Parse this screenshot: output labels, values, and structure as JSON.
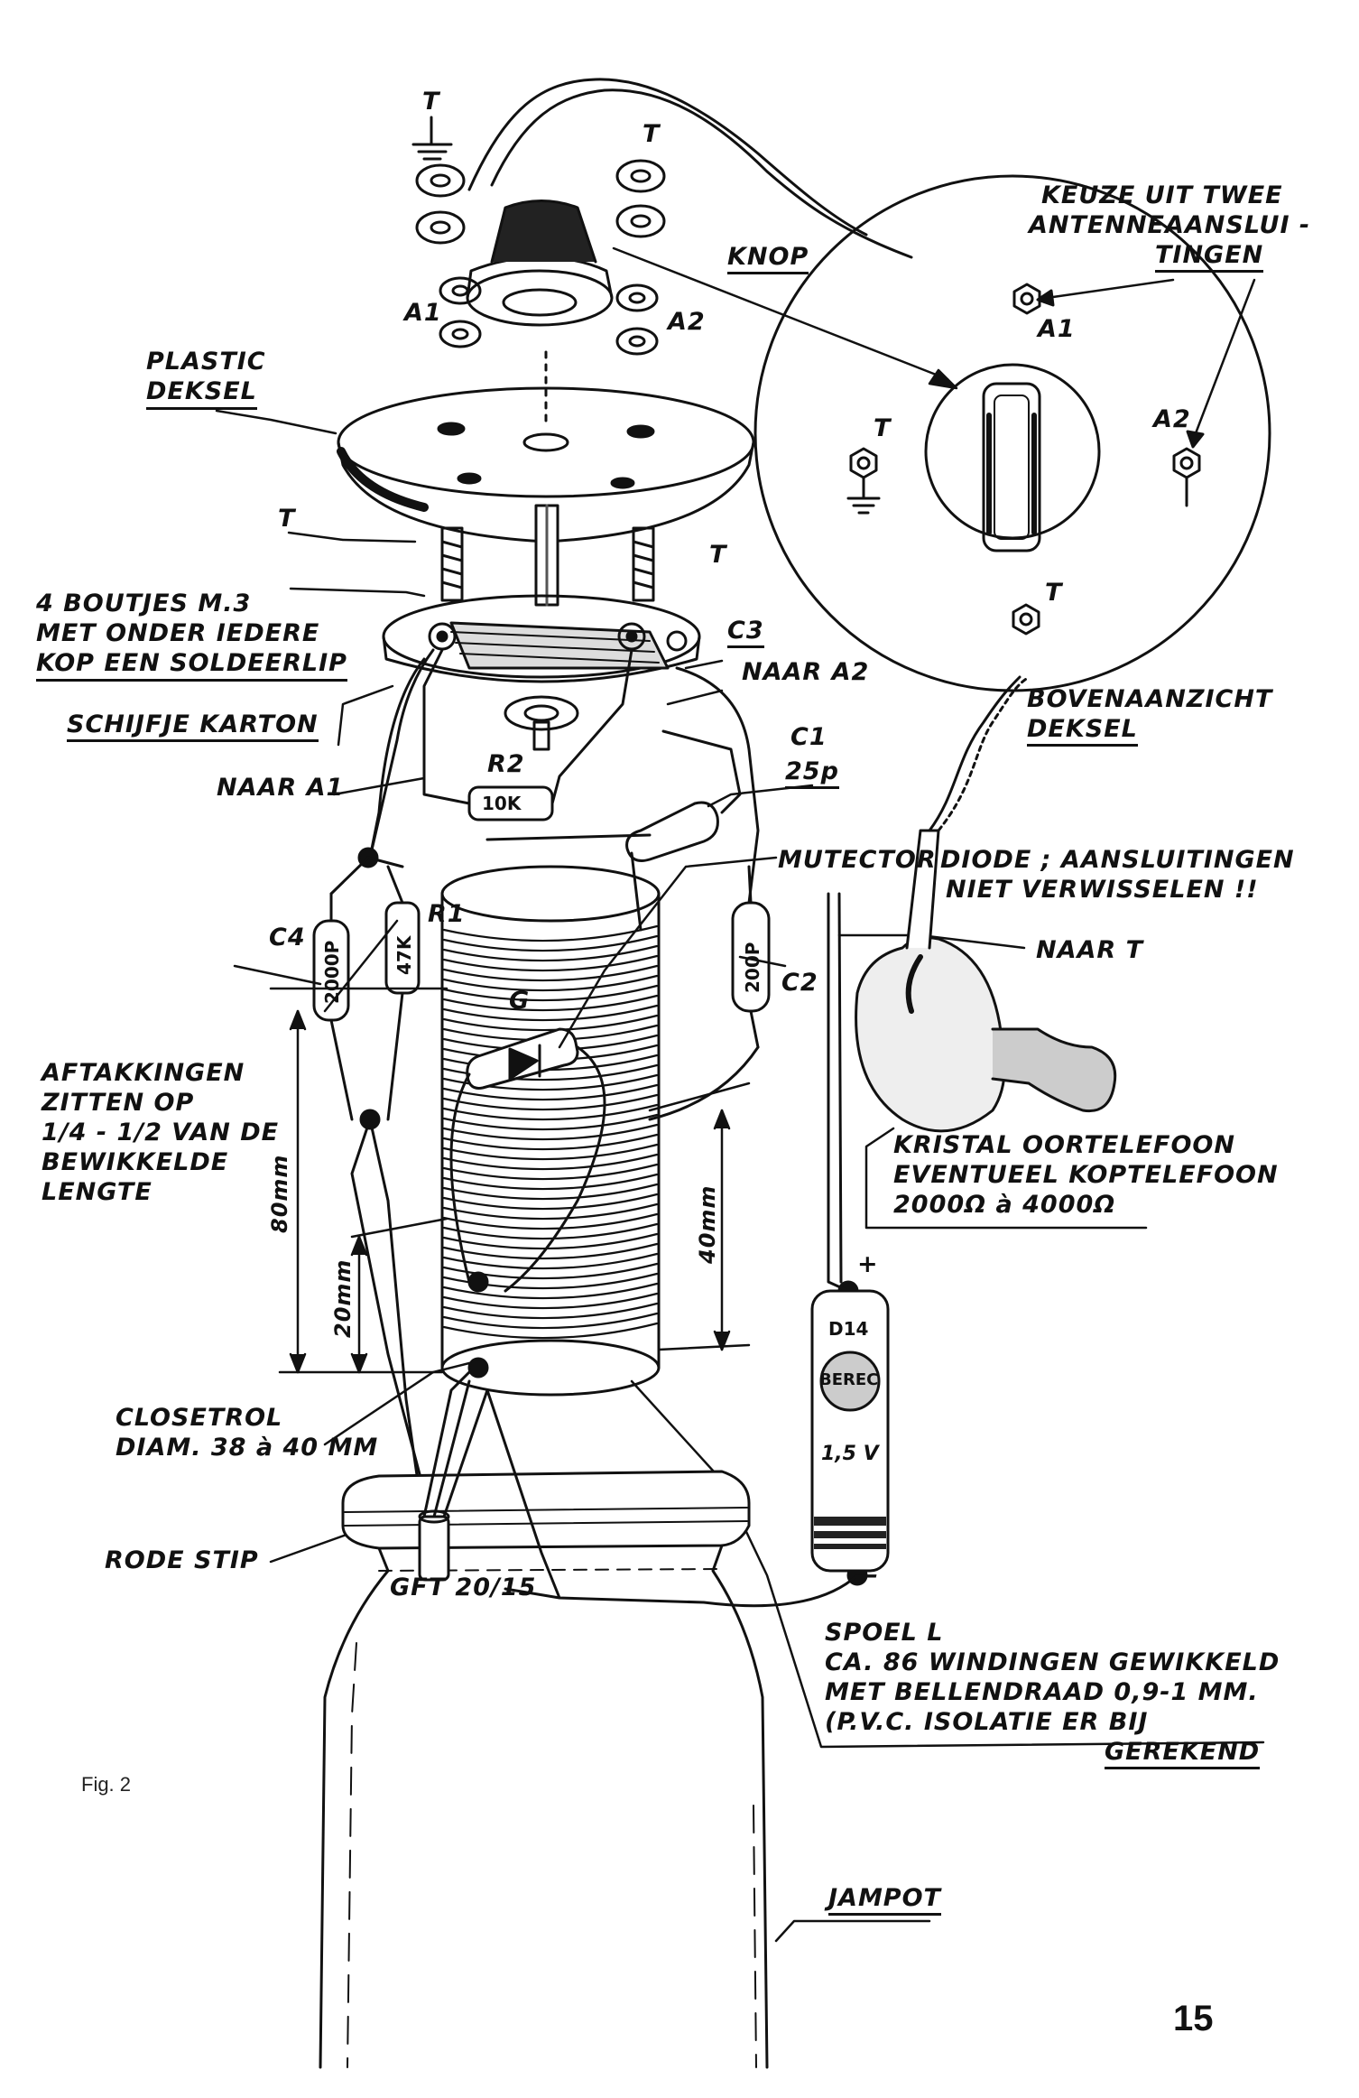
{
  "figure_label": "Fig. 2",
  "page_number": "15",
  "labels": {
    "t_top_left": "T",
    "t_top_right": "T",
    "a1": "A1",
    "a2": "A2",
    "knop": "KNOP",
    "plastic_deksel": [
      "PLASTIC",
      "DEKSEL"
    ],
    "t_ground_mid": "T",
    "t_mid": "T",
    "boutjes": [
      "4 BOUTJES M.3",
      "MET ONDER IEDERE",
      "KOP EEN SOLDEERLIP"
    ],
    "schijfje_karton": "SCHIJFJE KARTON",
    "c3": "C3",
    "naar_a2": "NAAR A2",
    "naar_a1": "NAAR A1",
    "r2": "R2",
    "r2_value": "10K",
    "c1": "C1",
    "c1_value": "25p",
    "mutector": "MUTECTOR",
    "diode_note": [
      "DIODE ; AANSLUITINGEN",
      "NIET VERWISSELEN !!"
    ],
    "c4": "C4",
    "c4_value": "2000P",
    "r1": "R1",
    "r1_value": "47K",
    "c2": "C2",
    "c2_value": "200P",
    "diode_g": "G",
    "naar_t": "NAAR T",
    "aftakkingen": [
      "AFTAKKINGEN",
      "ZITTEN OP",
      "1/4 - 1/2 VAN DE",
      "BEWIKKELDE",
      "LENGTE"
    ],
    "dim_80": "80mm",
    "dim_20": "20mm",
    "dim_40": "40mm",
    "kristal": [
      "KRISTAL OORTELEFOON",
      "EVENTUEEL KOPTELEFOON",
      "2000Ω à 4000Ω"
    ],
    "battery_plus": "+",
    "battery_minus": "—",
    "battery_type": "D14",
    "battery_brand": "BEREC",
    "battery_voltage": "1,5 V",
    "closetrol": [
      "CLOSETROL",
      "DIAM. 38 à 40 MM"
    ],
    "rode_stip": "RODE STIP",
    "gft": "GFT 20/15",
    "spoel": [
      "SPOEL L",
      "CA. 86 WINDINGEN GEWIKKELD",
      "MET BELLENDRAAD 0,9-1 MM.",
      "(P.V.C. ISOLATIE ER BIJ",
      "GEREKEND"
    ],
    "jampot": "JAMPOT",
    "keuze": [
      "KEUZE UIT TWEE",
      "ANTENNEAANSLUI -",
      "TINGEN"
    ],
    "inset_a1": "A1",
    "inset_a2": "A2",
    "inset_t_left": "T",
    "inset_t_bottom": "T",
    "bovenaanzicht": [
      "BOVENAANZICHT",
      "DEKSEL"
    ]
  }
}
